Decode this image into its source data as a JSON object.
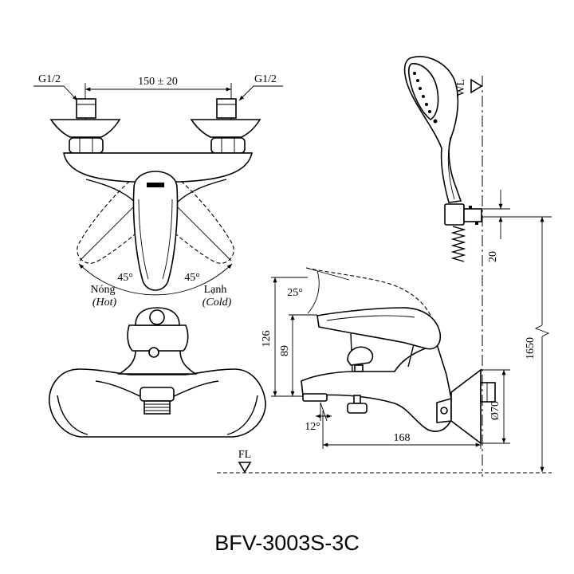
{
  "title": "BFV-3003S-3C",
  "top_view": {
    "thread_left": "G1/2",
    "thread_right": "G1/2",
    "inlet_spacing": "150 ± 20",
    "hot_angle": "45°",
    "cold_angle": "45°",
    "hot": "Nóng",
    "hot_en": "(Hot)",
    "cold": "Lạnh",
    "cold_en": "(Cold)"
  },
  "side_view": {
    "handle_angle": "25°",
    "overall_height": "126",
    "spout_height": "89",
    "spout_angle": "12°",
    "projection": "168",
    "escutcheon_diameter": "Ø70"
  },
  "shower": {
    "water_level": "WL",
    "holder_offset": "20",
    "mount_height": "1650",
    "floor_level": "FL"
  }
}
